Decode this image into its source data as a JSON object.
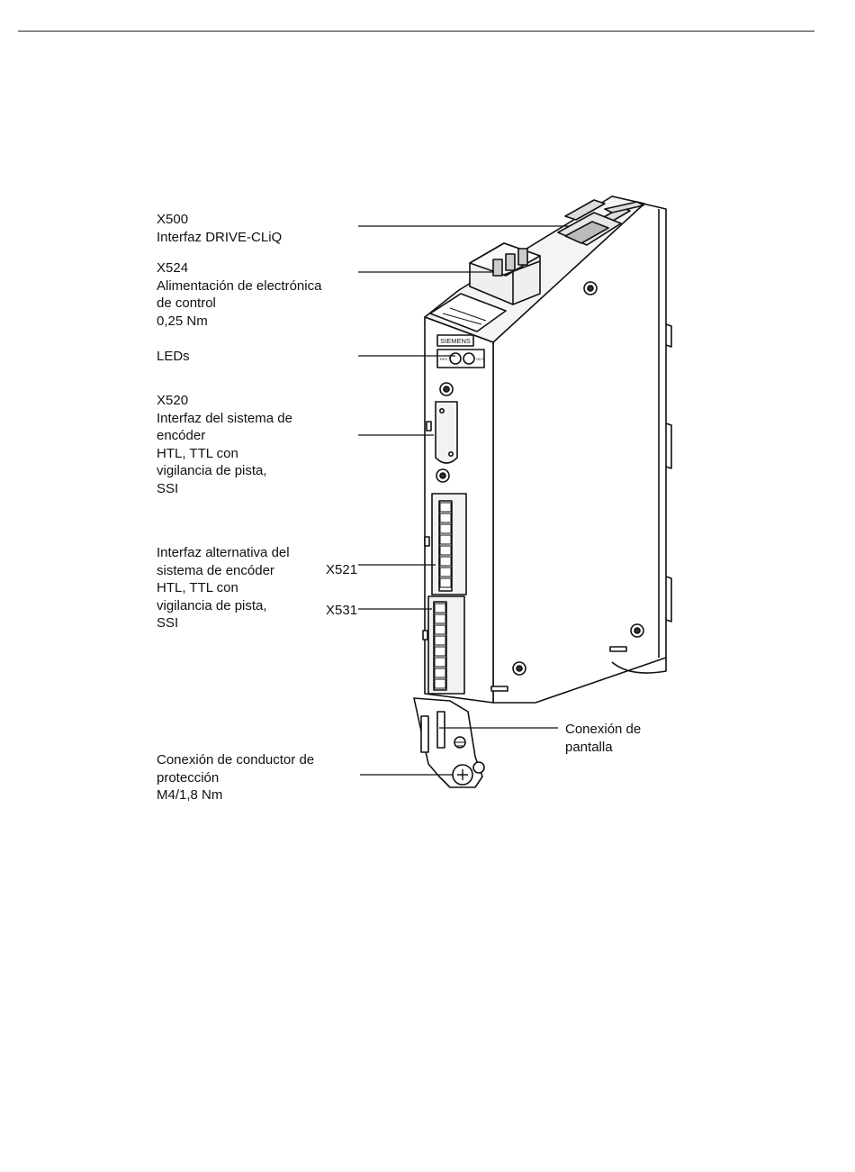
{
  "callouts": {
    "x500": {
      "lines": [
        "X500",
        "Interfaz DRIVE-CLiQ"
      ]
    },
    "x524": {
      "lines": [
        "X524",
        "Alimentación de electrónica",
        "de control",
        "0,25 Nm"
      ]
    },
    "leds": {
      "lines": [
        "LEDs"
      ]
    },
    "x520": {
      "lines": [
        "X520",
        "Interfaz del sistema de",
        "encóder",
        "HTL, TTL con",
        "vigilancia de pista,",
        "SSI"
      ]
    },
    "alt": {
      "lines": [
        "Interfaz alternativa del",
        "sistema de encóder",
        "HTL, TTL con",
        "vigilancia de pista,",
        "SSI"
      ]
    },
    "x521": {
      "label": "X521"
    },
    "x531": {
      "label": "X531"
    },
    "shield": {
      "lines": [
        "Conexión de",
        "pantalla"
      ]
    },
    "pe": {
      "lines": [
        "Conexión de conductor de",
        "protección",
        "M4/1,8 Nm"
      ]
    }
  },
  "device": {
    "brand": "SIEMENS",
    "led_left": "RDY",
    "led_right": "OUT"
  }
}
